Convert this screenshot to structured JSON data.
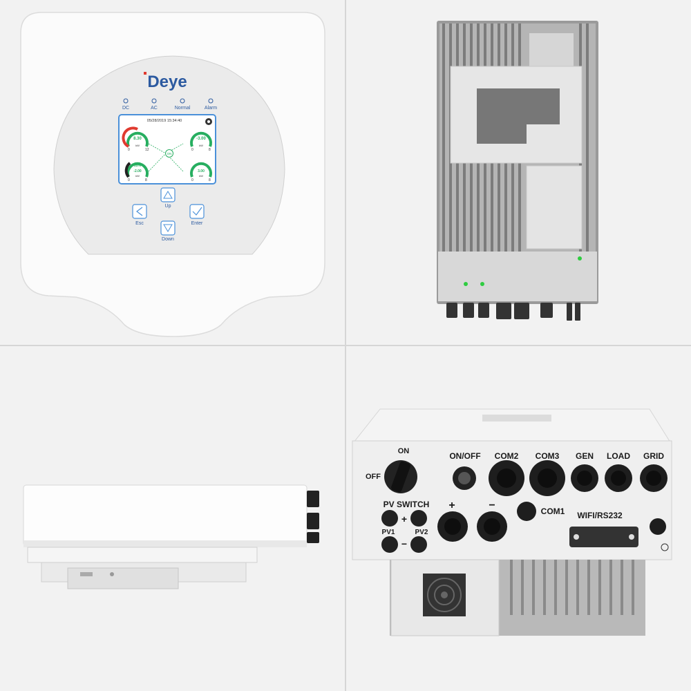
{
  "front_panel": {
    "brand": "Deye",
    "indicators": [
      "DC",
      "AC",
      "Normal",
      "Alarm"
    ],
    "screen_datetime": "05/28/2019  15:34:40",
    "gauges": [
      {
        "value": "8.30",
        "unit": "kW",
        "min": "0",
        "max": "12"
      },
      {
        "value": "-3.00",
        "unit": "kW",
        "min": "0",
        "max": "8"
      },
      {
        "value": "-2.00",
        "unit": "kW",
        "min": "0",
        "max": "8",
        "percent": "35%"
      },
      {
        "value": "3.00",
        "unit": "kW",
        "min": "0",
        "max": "8"
      }
    ],
    "center_label": "ON",
    "buttons": {
      "up": "Up",
      "esc": "Esc",
      "enter": "Enter",
      "down": "Down"
    }
  },
  "bottom_panel": {
    "switch_on": "ON",
    "switch_off": "OFF",
    "pv_switch": "PV SWITCH",
    "plus": "+",
    "minus": "−",
    "pv1": "PV1",
    "pv2": "PV2",
    "on_off": "ON/OFF",
    "com2": "COM2",
    "com3": "COM3",
    "gen": "GEN",
    "load": "LOAD",
    "grid": "GRID",
    "com1": "COM1",
    "wifi": "WIFI/RS232"
  },
  "colors": {
    "background": "#f2f2f2",
    "brand_blue": "#2c5aa0",
    "screen_border": "#4a90d9",
    "led_green": "#2ecc40",
    "gauge_green": "#27ae60",
    "gauge_red": "#e03a2f"
  }
}
